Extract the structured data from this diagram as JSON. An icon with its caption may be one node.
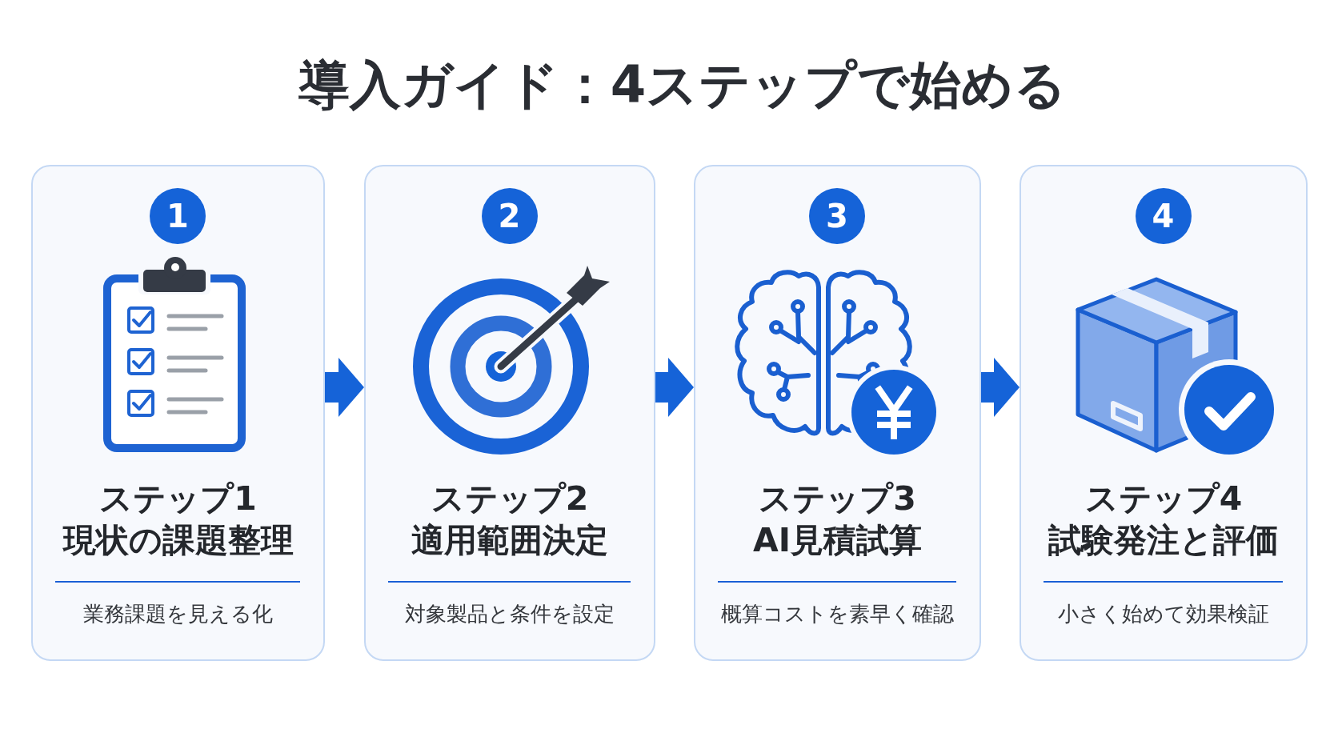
{
  "diagram": {
    "title": "導入ガイド：4ステップで始める",
    "nodes": [
      {
        "text": [
          "ステップ1",
          "現状の課題整理",
          "業務課題を見える化"
        ]
      },
      {
        "text": [
          "1"
        ],
        "in": 0
      },
      {
        "text": [
          "ステップ2",
          "適用範囲決定",
          "対象製品と条件を設定"
        ]
      },
      {
        "text": [
          "2"
        ],
        "in": 2
      },
      {
        "text": [
          "ステップ3",
          "AI見積試算",
          "概算コストを素早く確認"
        ]
      },
      {
        "text": [
          "3"
        ],
        "in": 4
      },
      {
        "text": [
          "ステップ4",
          "試験発注と評価",
          "小さく始めて効果検証"
        ]
      },
      {
        "text": [
          "4"
        ],
        "in": 6
      }
    ],
    "edges": [
      {
        "from": 0,
        "to": 2,
        "arrow": "to"
      },
      {
        "from": 2,
        "to": 4,
        "arrow": "to"
      },
      {
        "from": 4,
        "to": 6,
        "arrow": "to"
      }
    ]
  }
}
